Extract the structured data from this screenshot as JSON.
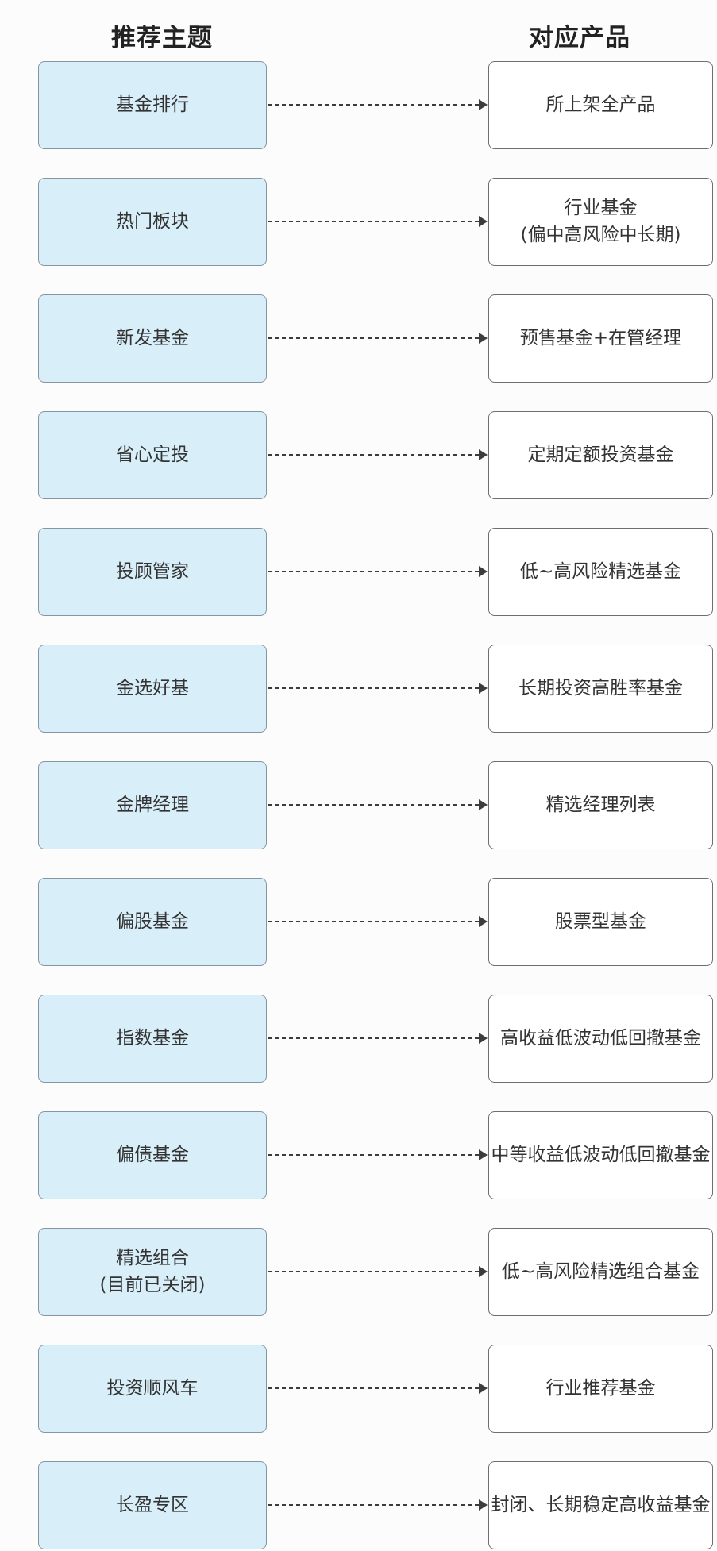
{
  "diagram_title": "fund-topic-to-product-mapping",
  "headers": {
    "left": "推荐主题",
    "right": "对应产品"
  },
  "colors": {
    "page_bg": "#fcfcfc",
    "left_box_bg": "#d8eef8",
    "left_box_border": "#8795a0",
    "right_box_bg": "#ffffff",
    "right_box_border": "#6e6e6e",
    "arrow": "#3c3c3c",
    "header_text": "#222222",
    "box_text": "#333333"
  },
  "rows": [
    {
      "left": "基金排行",
      "right": "所上架全产品"
    },
    {
      "left": "热门板块",
      "right": "行业基金\n(偏中高风险中长期)"
    },
    {
      "left": "新发基金",
      "right": "预售基金+在管经理"
    },
    {
      "left": "省心定投",
      "right": "定期定额投资基金"
    },
    {
      "left": "投顾管家",
      "right": "低~高风险精选基金"
    },
    {
      "left": "金选好基",
      "right": "长期投资高胜率基金"
    },
    {
      "left": "金牌经理",
      "right": "精选经理列表"
    },
    {
      "left": "偏股基金",
      "right": "股票型基金"
    },
    {
      "left": "指数基金",
      "right": "高收益低波动低回撤基金"
    },
    {
      "left": "偏债基金",
      "right": "中等收益低波动低回撤基金"
    },
    {
      "left": "精选组合\n(目前已关闭)",
      "right": "低~高风险精选组合基金"
    },
    {
      "left": "投资顺风车",
      "right": "行业推荐基金"
    },
    {
      "left": "长盈专区",
      "right": "封闭、长期稳定高收益基金"
    }
  ]
}
